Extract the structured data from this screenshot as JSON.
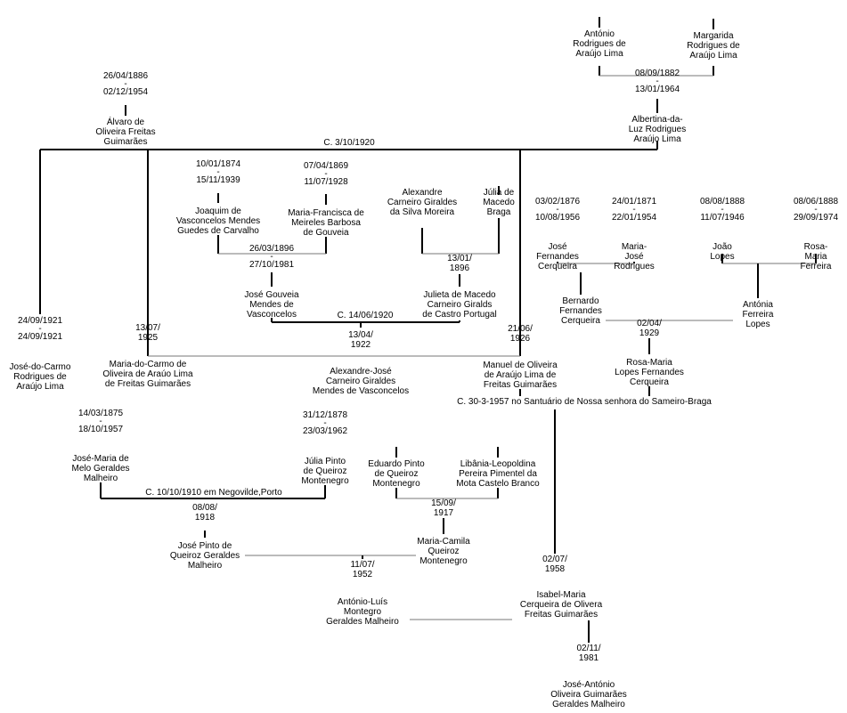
{
  "people": {
    "antonio_rodrigues": {
      "lines": [
        "António",
        "Rodrigues de",
        "Araújo Lima"
      ]
    },
    "margarida": {
      "lines": [
        "Margarida",
        "Rodrigues de",
        "Araújo Lima"
      ]
    },
    "albertina": {
      "lines": [
        "Albertina-da-",
        "Luz Rodrigues",
        "Araújo Lima"
      ]
    },
    "alvaro": {
      "lines": [
        "Álvaro de",
        "Oliveira Freitas",
        "Guimarães"
      ]
    },
    "joaquim": {
      "lines": [
        "Joaquim de",
        "Vasconcelos Mendes",
        "Guedes de Carvalho"
      ]
    },
    "maria_francisca": {
      "lines": [
        "Maria-Francisca de",
        "Meireles Barbosa",
        "de Gouveia"
      ]
    },
    "alexandre": {
      "lines": [
        "Alexandre",
        "Carneiro Giraldes",
        "da Silva Moreira"
      ]
    },
    "julia_macedo": {
      "lines": [
        "Júlia de",
        "Macedo",
        "Braga"
      ]
    },
    "jose_fernandes": {
      "lines": [
        "José",
        "Fernandes",
        "Cerqueira"
      ]
    },
    "maria_jose": {
      "lines": [
        "Maria-",
        "José",
        "Rodrigues"
      ]
    },
    "joao_lopes": {
      "lines": [
        "João",
        "Lopes"
      ]
    },
    "rosa_maria_ferreira": {
      "lines": [
        "Rosa-",
        "Maria",
        "Ferreira"
      ]
    },
    "jose_gouveia": {
      "lines": [
        "José Gouveia",
        "Mendes de",
        "Vasconcelos"
      ]
    },
    "julieta": {
      "lines": [
        "Julieta de Macedo",
        "Carneiro Giralds",
        "de Castro Portugal"
      ]
    },
    "bernardo": {
      "lines": [
        "Bernardo",
        "Fernandes",
        "Cerqueira"
      ]
    },
    "antonia": {
      "lines": [
        "Antónia",
        "Ferreira",
        "Lopes"
      ]
    },
    "jose_do_carmo": {
      "lines": [
        "José-do-Carmo",
        "Rodrigues de",
        "Araújo Lima"
      ]
    },
    "maria_do_carmo": {
      "lines": [
        "Maria-do-Carmo de",
        "Oliveira de Araúo Lima",
        "de Freitas Guimarães"
      ]
    },
    "alexandre_jose": {
      "lines": [
        "Alexandre-José",
        "Carneiro Giraldes",
        "Mendes de Vasconcelos"
      ]
    },
    "manuel": {
      "lines": [
        "Manuel  de Oliveira",
        "de Araújo Lima de",
        "Freitas Guimarães"
      ]
    },
    "rosa_maria_lopes": {
      "lines": [
        "Rosa-Maria",
        "Lopes Fernandes",
        "Cerqueira"
      ]
    },
    "jose_maria": {
      "lines": [
        "José-Maria de",
        "Melo Geraldes",
        "Malheiro"
      ]
    },
    "julia_pinto": {
      "lines": [
        "Júlia Pinto",
        "de Queiroz",
        "Montenegro"
      ]
    },
    "eduardo": {
      "lines": [
        "Eduardo Pinto",
        "de Queiroz",
        "Montenegro"
      ]
    },
    "libania": {
      "lines": [
        "Libânia-Leopoldina",
        "Pereira Pimentel da",
        "Mota Castelo Branco"
      ]
    },
    "jose_pinto": {
      "lines": [
        "José Pinto de",
        "Queiroz Geraldes",
        "Malheiro"
      ]
    },
    "maria_camila": {
      "lines": [
        "Maria-Camila",
        "Queiroz",
        "Montenegro"
      ]
    },
    "antonio_luis": {
      "lines": [
        "António-Luís",
        "Montegro",
        "Geraldes Malheiro"
      ]
    },
    "isabel_maria": {
      "lines": [
        "Isabel-Maria",
        "Cerqueira de Olivera",
        "Freitas Guimarães"
      ]
    },
    "jose_antonio": {
      "lines": [
        "José-António",
        "Oliveira Guimarães",
        "Geraldes Malheiro"
      ]
    }
  },
  "dates": {
    "alvaro_life": [
      "26/04/1886",
      "-",
      "02/12/1954"
    ],
    "joaquim_life": [
      "10/01/1874",
      "-",
      "15/11/1939"
    ],
    "maria_francisca_life": [
      "07/04/1869",
      "-",
      "11/07/1928"
    ],
    "jose_fernandes_life": [
      "03/02/1876",
      "-",
      "10/08/1956"
    ],
    "maria_jose_life": [
      "24/01/1871",
      "-",
      "22/01/1954"
    ],
    "joao_lopes_life": [
      "08/08/1888",
      "-",
      "11/07/1946"
    ],
    "rosa_maria_ferreira_life": [
      "08/06/1888",
      "-",
      "29/09/1974"
    ],
    "albertina_life": [
      "08/09/1882",
      "-",
      "13/01/1964"
    ],
    "jose_gouveia_life": [
      "26/03/1896",
      "-",
      "27/10/1981"
    ],
    "julieta_birth": [
      "13/01/",
      "1896"
    ],
    "jose_do_carmo_life": [
      "24/09/1921",
      "-",
      "24/09/1921"
    ],
    "maria_do_carmo_birth": [
      "13/07/",
      "1925"
    ],
    "alexandre_jose_birth": [
      "13/04/",
      "1922"
    ],
    "manuel_birth": [
      "21/06/",
      "1926"
    ],
    "rosa_maria_lopes_birth": [
      "02/04/",
      "1929"
    ],
    "jose_maria_life": [
      "14/03/1875",
      "-",
      "18/10/1957"
    ],
    "julia_pinto_life": [
      "31/12/1878",
      "-",
      "23/03/1962"
    ],
    "jose_pinto_birth": [
      "08/08/",
      "1918"
    ],
    "maria_camila_birth": [
      "15/09/",
      "1917"
    ],
    "antonio_luis_birth": [
      "11/07/",
      "1952"
    ],
    "isabel_maria_birth": [
      "02/07/",
      "1958"
    ],
    "jose_antonio_birth": [
      "02/11/",
      "1981"
    ]
  },
  "marriages": {
    "alvaro_albertina": "C. 3/10/1920",
    "jose_gouveia_julieta": "C. 14/06/1920",
    "manuel_rosa_maria": "C. 30-3-1957 no Santuário de Nossa senhora do Sameiro-Braga",
    "jose_maria_julia": "C. 10/10/1910 em Negovilde,Porto"
  }
}
